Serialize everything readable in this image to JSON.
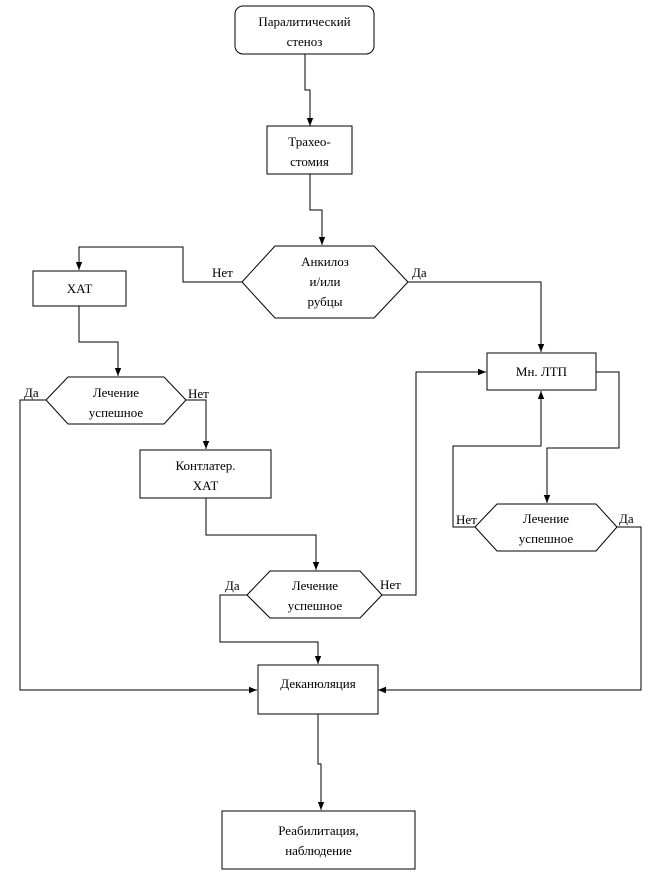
{
  "nodes": {
    "stenosis": [
      "Паралитический",
      "стеноз"
    ],
    "tracheostomy": [
      "Трахео-",
      "стомия"
    ],
    "ankylosis": [
      "Анкилоз",
      "и/или",
      "рубцы"
    ],
    "hat": [
      "ХАТ"
    ],
    "treatment_1": [
      "Лечение",
      "успешное"
    ],
    "contralat_hat": [
      "Контлатер.",
      "ХАТ"
    ],
    "treatment_2": [
      "Лечение",
      "успешное"
    ],
    "mn_ltp": [
      "Мн. ЛТП"
    ],
    "treatment_3": [
      "Лечение",
      "успешное"
    ],
    "decannulation": [
      "Деканюляция"
    ],
    "rehabilitation": [
      "Реабилитация,",
      "наблюдение"
    ]
  },
  "edge_labels": {
    "ankylosis_no": "Нет",
    "ankylosis_yes": "Да",
    "treatment_1_yes": "Да",
    "treatment_1_no": "Нет",
    "treatment_2_yes": "Да",
    "treatment_2_no": "Нет",
    "treatment_3_no": "Нет",
    "treatment_3_yes": "Да"
  }
}
